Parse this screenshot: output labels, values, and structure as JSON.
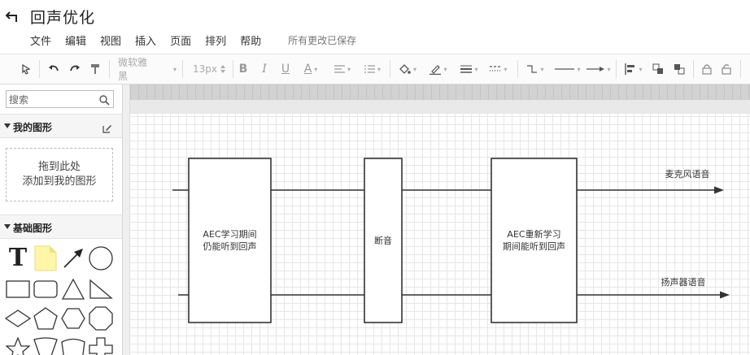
{
  "header": {
    "title": "回声优化",
    "save_status": "所有更改已保存",
    "menu": [
      "文件",
      "编辑",
      "视图",
      "插入",
      "页面",
      "排列",
      "帮助"
    ]
  },
  "toolbar": {
    "font_family": "微软雅黑",
    "font_size": "13px",
    "bold": "B",
    "italic": "I",
    "underline": "U",
    "font_color": "A"
  },
  "sidebar": {
    "search_placeholder": "搜索",
    "my_shapes": {
      "title": "我的图形",
      "drop_line1": "拖到此处",
      "drop_line2": "添加到我的图形"
    },
    "basic_shapes": {
      "title": "基础图形",
      "text_tool_glyph": "T"
    }
  },
  "diagram": {
    "box1_line1": "AEC学习期间",
    "box1_line2": "仍能听到回声",
    "box2": "断音",
    "box3_line1": "AEC重新学习",
    "box3_line2": "期间能听到回声",
    "line_top_label": "麦克风语音",
    "line_bottom_label": "扬声器语音",
    "stroke_color": "#333333"
  }
}
